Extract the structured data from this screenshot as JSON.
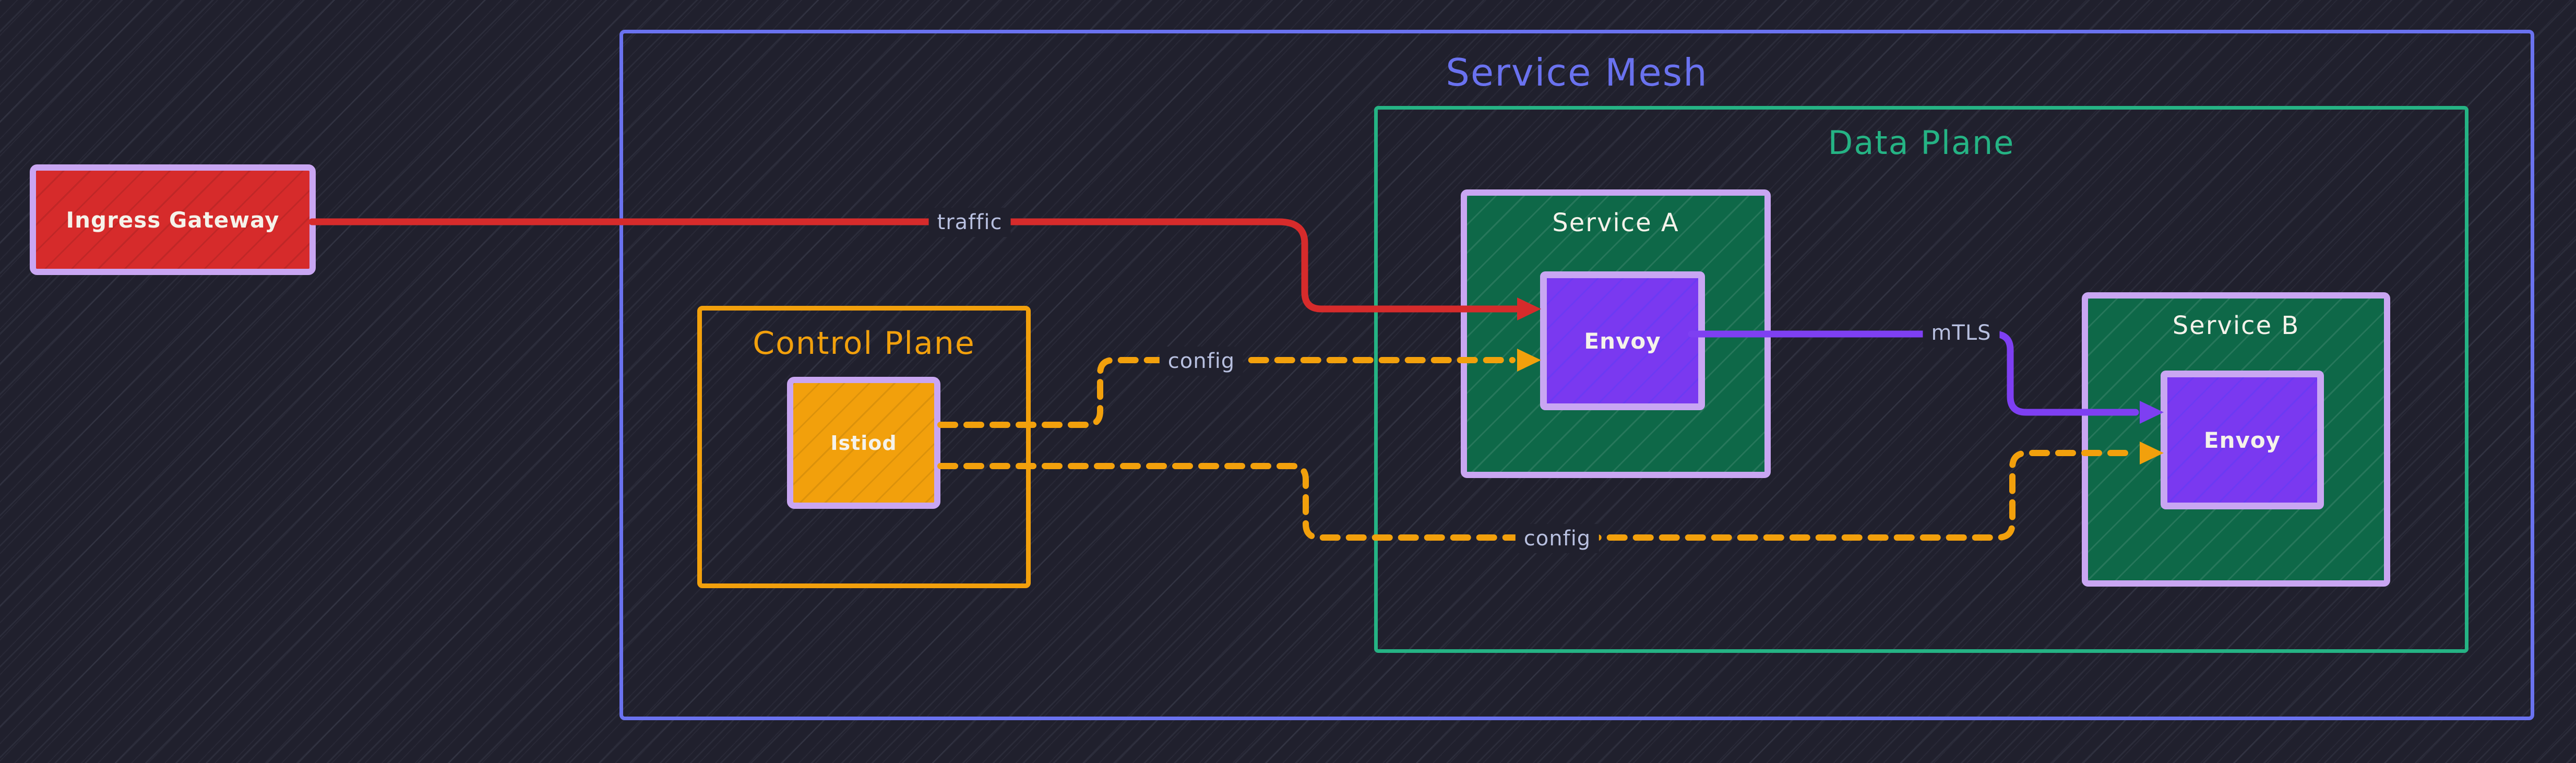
{
  "colors": {
    "bg": "#20202d",
    "indigo": "#6a72ef",
    "green_border": "#25b384",
    "green_fill": "#0e6848",
    "orange": "#f2a00c",
    "red": "#d62b2b",
    "purple_fill": "#7a39f0",
    "purple_line": "#7e3ff2",
    "lavender": "#c9a6f2",
    "edge_label": "#b8c0e0",
    "text": "#f5f2ea"
  },
  "containers": {
    "service_mesh": {
      "title": "Service Mesh"
    },
    "data_plane": {
      "title": "Data Plane"
    },
    "control_plane": {
      "title": "Control Plane"
    }
  },
  "nodes": {
    "ingress_gateway": {
      "label": "Ingress Gateway"
    },
    "istiod": {
      "label": "Istiod"
    },
    "service_a": {
      "title": "Service A",
      "proxy": "Envoy"
    },
    "service_b": {
      "title": "Service B",
      "proxy": "Envoy"
    }
  },
  "edges": {
    "traffic": {
      "label": "traffic"
    },
    "config_a": {
      "label": "config"
    },
    "config_b": {
      "label": "config"
    },
    "mtls": {
      "label": "mTLS"
    }
  }
}
